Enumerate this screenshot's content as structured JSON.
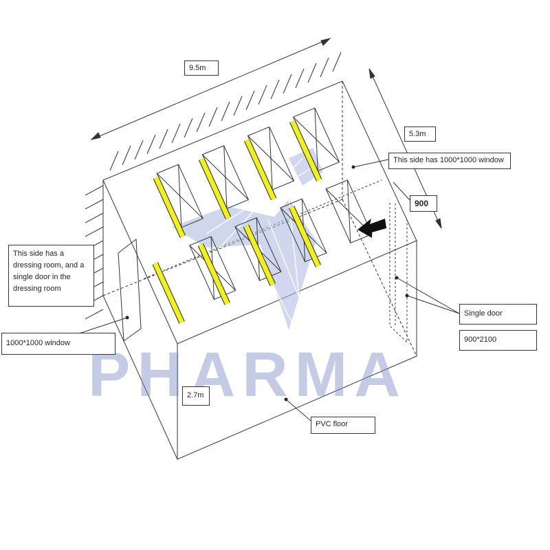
{
  "labels": {
    "length": "9.5m",
    "depth": "5.3m",
    "door_width": "900",
    "height": "2.7m",
    "side_window": "This side has 1000*1000 window",
    "dressing_room": "This side has a dressing room, and a single door in the dressing room",
    "window_size": "1000*1000 window",
    "single_door": "Single door",
    "door_size": "900*2100",
    "floor": "PVC floor"
  },
  "watermark": {
    "text": "PHARMA",
    "color": "#7d8dc6"
  },
  "colors": {
    "light_bar": "#f2ef1f",
    "line": "#333333",
    "watermark_logo": "#a9b7e0"
  },
  "ceiling": {
    "fixtures_per_row": 4,
    "light_bars_per_row": 4
  }
}
